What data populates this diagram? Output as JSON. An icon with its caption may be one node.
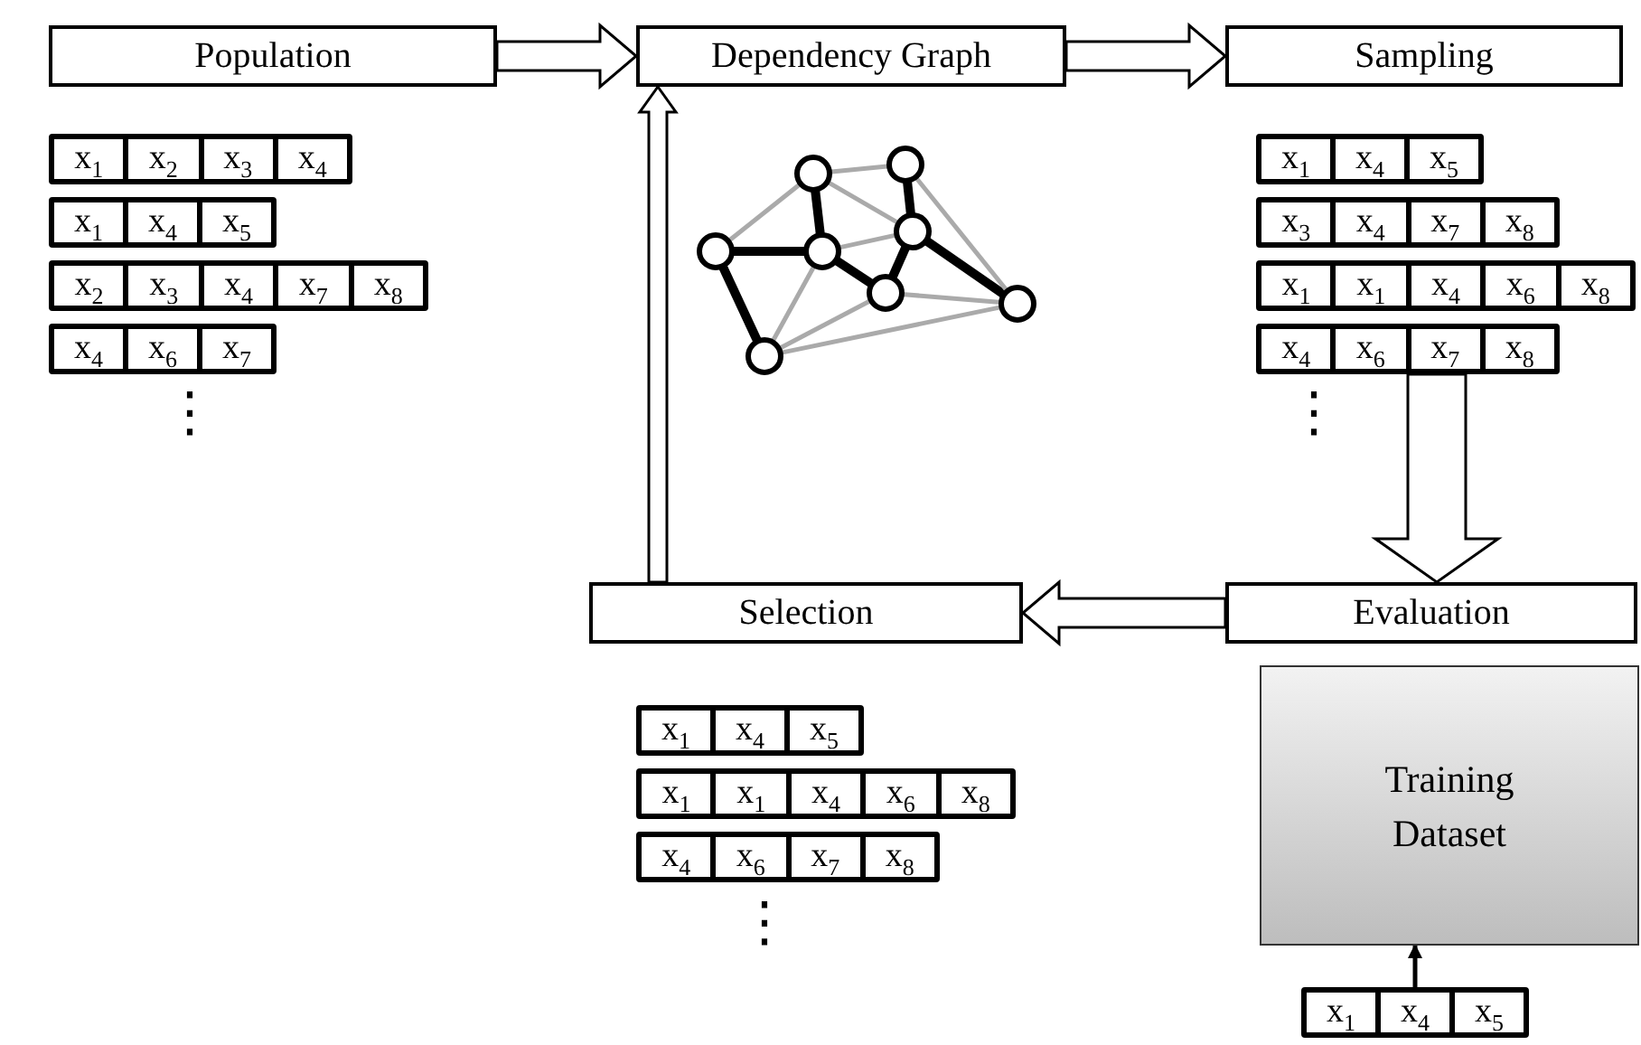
{
  "diagram": {
    "nodes": [
      {
        "text": [
          "Population"
        ]
      },
      {
        "text": [
          "x$_{1}$",
          "x$_{2}$",
          "x$_{3}$",
          "x$_{4}$"
        ]
      },
      {
        "text": [
          "x$_{1}$",
          "x$_{4}$",
          "x$_{5}$"
        ]
      },
      {
        "text": [
          "x$_{2}$",
          "x$_{3}$",
          "x$_{4}$",
          "x$_{7}$",
          "x$_{8}$"
        ]
      },
      {
        "text": [
          "x$_{4}$",
          "x$_{6}$",
          "x$_{7}$"
        ]
      },
      {
        "text": [
          "Dependency Graph"
        ]
      },
      {
        "text": [],
        "shape": "circle"
      },
      {
        "text": [],
        "shape": "circle"
      },
      {
        "text": [],
        "shape": "circle"
      },
      {
        "text": [],
        "shape": "circle"
      },
      {
        "text": [],
        "shape": "circle"
      },
      {
        "text": [],
        "shape": "circle"
      },
      {
        "text": [],
        "shape": "circle"
      },
      {
        "text": [],
        "shape": "circle"
      },
      {
        "text": [
          "Sampling"
        ]
      },
      {
        "text": [
          "x$_{1}$",
          "x$_{4}$",
          "x$_{5}$"
        ]
      },
      {
        "text": [
          "x$_{3}$",
          "x$_{4}$",
          "x$_{7}$",
          "x$_{8}$"
        ]
      },
      {
        "text": [
          "x$_{1}$",
          "x$_{1}$",
          "x$_{4}$",
          "x$_{6}$",
          "x$_{8}$"
        ]
      },
      {
        "text": [
          "x$_{4}$",
          "x$_{6}$",
          "x$_{7}$",
          "x$_{8}$"
        ]
      },
      {
        "text": [
          "Selection"
        ]
      },
      {
        "text": [
          "x$_{1}$",
          "x$_{4}$",
          "x$_{5}$"
        ]
      },
      {
        "text": [
          "x$_{1}$",
          "x$_{1}$",
          "x$_{4}$",
          "x$_{6}$",
          "x$_{8}$"
        ]
      },
      {
        "text": [
          "x$_{4}$",
          "x$_{6}$",
          "x$_{7}$",
          "x$_{8}$"
        ]
      },
      {
        "text": [
          "Evaluation"
        ]
      },
      {
        "text": [
          "Training Dataset"
        ]
      },
      {
        "text": [
          "x$_{1}$",
          "x$_{4}$",
          "x$_{5}$"
        ]
      }
    ],
    "edges": [
      {
        "from": 0,
        "to": 5,
        "arrow": "to",
        "style": "thick"
      },
      {
        "from": 5,
        "to": 14,
        "arrow": "to",
        "style": "thick"
      },
      {
        "from": 18,
        "to": 23,
        "arrow": "to",
        "style": "thick"
      },
      {
        "from": 23,
        "to": 19,
        "arrow": "to",
        "style": "thick"
      },
      {
        "from": 19,
        "to": 5,
        "arrow": "to",
        "style": "thick"
      },
      {
        "from": 25,
        "to": 24,
        "arrow": "to",
        "color": "#000000"
      },
      {
        "from": 6,
        "to": 7,
        "arrow": "none",
        "style": "thick",
        "color": "#000000"
      },
      {
        "from": 6,
        "to": 9,
        "arrow": "none",
        "style": "thick",
        "color": "#000000"
      },
      {
        "from": 8,
        "to": 9,
        "arrow": "none",
        "style": "thick",
        "color": "#000000"
      },
      {
        "from": 9,
        "to": 10,
        "arrow": "none",
        "style": "thick",
        "color": "#000000"
      },
      {
        "from": 10,
        "to": 12,
        "arrow": "none",
        "style": "thick",
        "color": "#000000"
      },
      {
        "from": 12,
        "to": 11,
        "arrow": "none",
        "style": "thick",
        "color": "#000000"
      },
      {
        "from": 12,
        "to": 13,
        "arrow": "none",
        "style": "thick",
        "color": "#000000"
      },
      {
        "from": 6,
        "to": 8,
        "arrow": "none",
        "color": "#aaaaaa"
      },
      {
        "from": 8,
        "to": 11,
        "arrow": "none",
        "color": "#aaaaaa"
      },
      {
        "from": 8,
        "to": 12,
        "arrow": "none",
        "color": "#aaaaaa"
      },
      {
        "from": 9,
        "to": 12,
        "arrow": "none",
        "color": "#aaaaaa"
      },
      {
        "from": 9,
        "to": 7,
        "arrow": "none",
        "color": "#aaaaaa"
      },
      {
        "from": 10,
        "to": 7,
        "arrow": "none",
        "color": "#aaaaaa"
      },
      {
        "from": 7,
        "to": 13,
        "arrow": "none",
        "color": "#aaaaaa"
      },
      {
        "from": 10,
        "to": 13,
        "arrow": "none",
        "color": "#aaaaaa"
      },
      {
        "from": 11,
        "to": 13,
        "arrow": "none",
        "color": "#aaaaaa"
      }
    ],
    "labels": [
      "⋮",
      "⋮",
      "⋮"
    ]
  }
}
